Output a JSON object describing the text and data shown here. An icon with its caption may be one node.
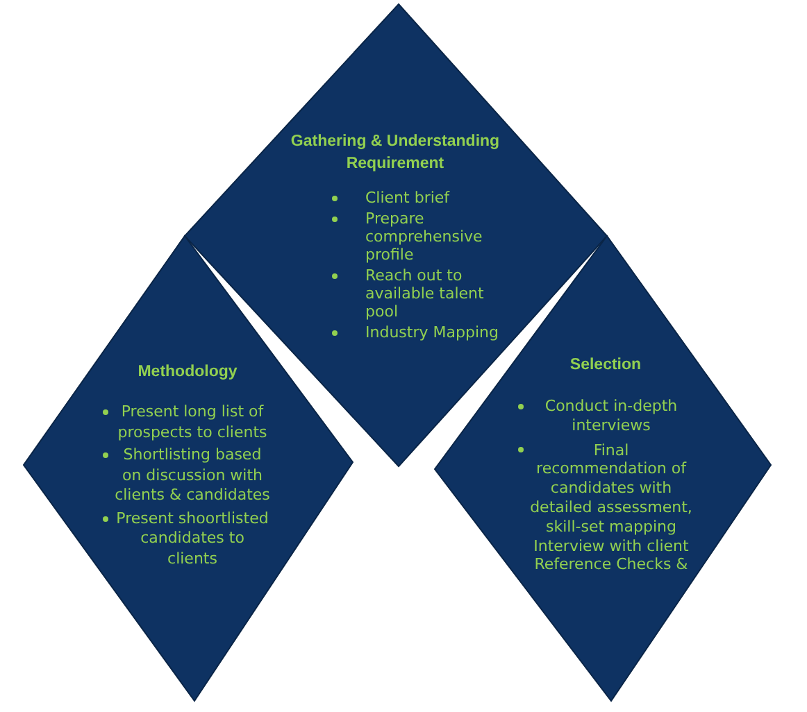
{
  "diagram": {
    "nodes": [
      {
        "text": [
          "Gathering & Understanding Requirement",
          "Client brief",
          "Prepare comprehensive profile",
          "Reach out to available talent pool",
          "Industry Mapping"
        ]
      },
      {
        "text": [
          "Methodology",
          "Present long list of prospects to clients",
          "Shortlisting based on discussion with clients & candidates",
          "Present shoortlisted candidates to clients"
        ]
      },
      {
        "text": [
          "Selection",
          "Conduct in-depth interviews",
          "Final recommendation of candidates with detailed assessment, skill-set mapping Interview with client Reference Checks &"
        ]
      }
    ]
  }
}
